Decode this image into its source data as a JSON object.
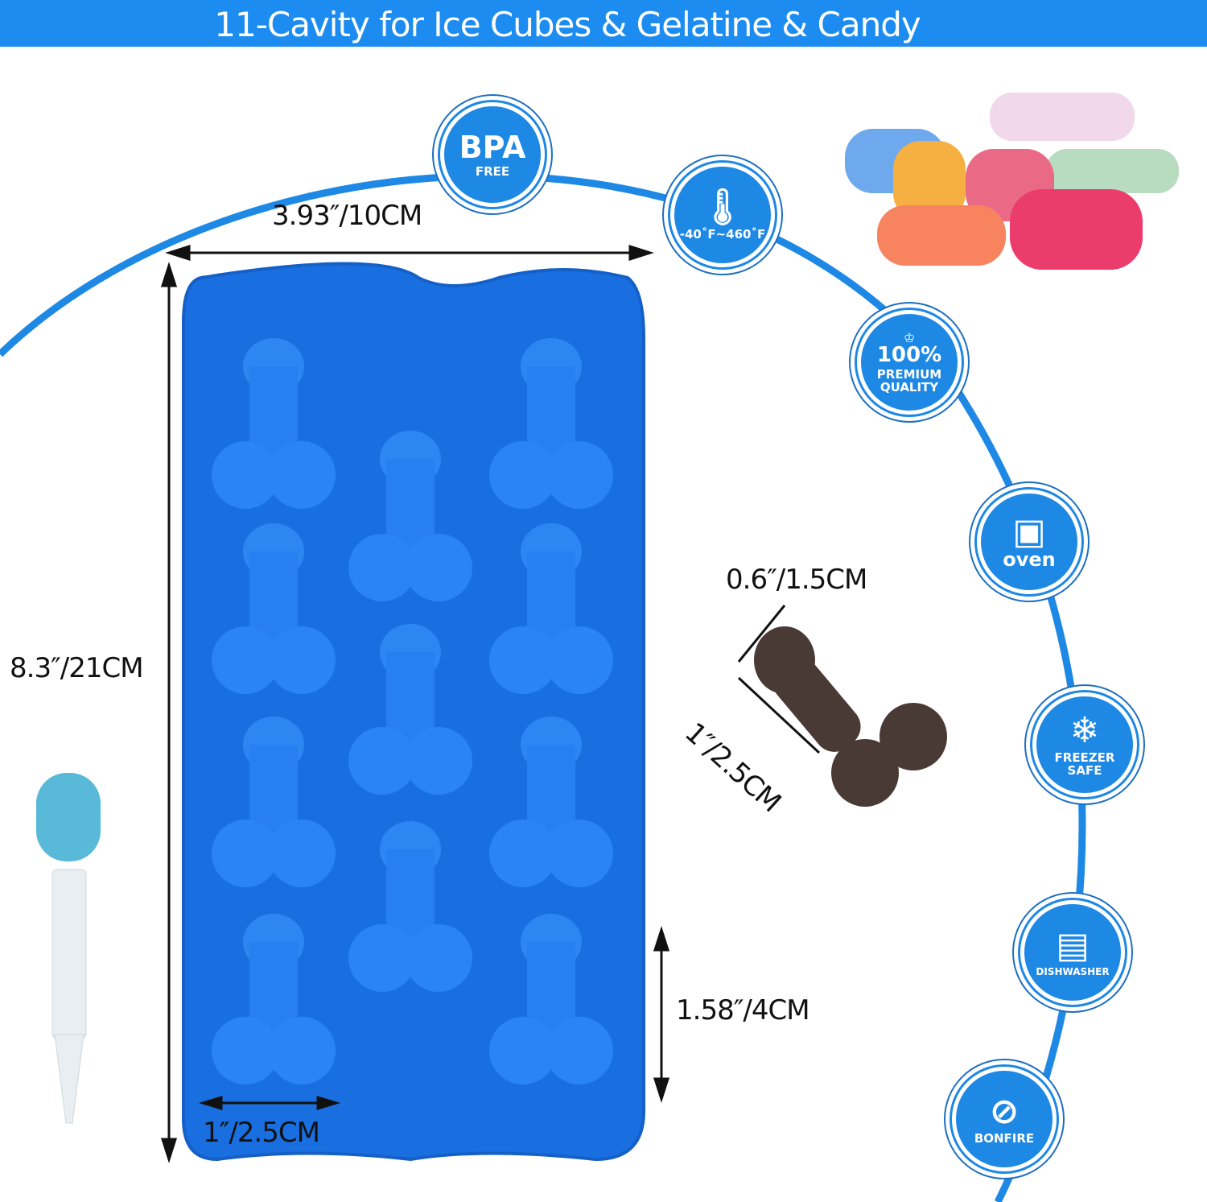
{
  "title": "11-Cavity for Ice Cubes & Gelatine & Candy",
  "dimensions": {
    "width": "3.93″/10CM",
    "height": "8.3″/21CM",
    "cavity_width": "1″/2.5CM",
    "cavity_height": "1.58″/4CM",
    "piece_width": "0.6″/1.5CM",
    "piece_length": "1″/2.5CM"
  },
  "badges": {
    "bpa": {
      "main": "BPA",
      "sub": "FREE"
    },
    "temp": {
      "label": "-40˚F~460˚F"
    },
    "quality": {
      "main": "100%",
      "line1": "PREMIUM",
      "line2": "QUALITY"
    },
    "oven": {
      "label": "oven"
    },
    "freezer": {
      "line1": "FREEZER",
      "line2": "SAFE"
    },
    "dishwasher": {
      "label": "DISHWASHER"
    },
    "bonfire": {
      "label": "BONFIRE"
    }
  },
  "colors": {
    "accent": "#1e88e5",
    "tray": "#1a6fe0"
  }
}
